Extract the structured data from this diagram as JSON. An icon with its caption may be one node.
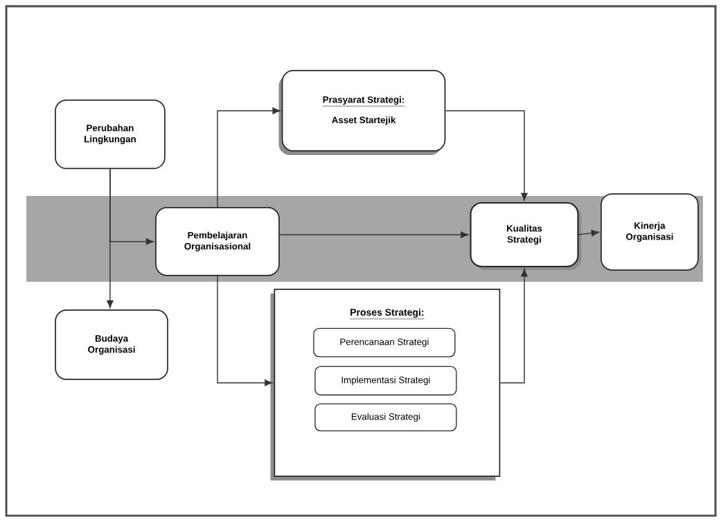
{
  "diagram": {
    "nodes": [
      {
        "text": [
          "Perubahan Lingkungan"
        ]
      },
      {
        "text": [
          "Prasyarat Strategi:",
          "Asset Startejik"
        ]
      },
      {
        "text": [
          "Pembelajaran Organisasional"
        ]
      },
      {
        "text": [
          "Kualitas Strategi"
        ]
      },
      {
        "text": [
          "Kinerja Organisasi"
        ]
      },
      {
        "text": [
          "Budaya Organisasi"
        ]
      },
      {
        "text": [
          "Proses Strategi:"
        ]
      },
      {
        "text": [
          "Perencanaan Strategi"
        ],
        "in": 6
      },
      {
        "text": [
          "Implementasi Strategi"
        ],
        "in": 6
      },
      {
        "text": [
          "Evaluasi Strategi"
        ],
        "in": 6
      }
    ],
    "edges": [
      {
        "from": 0,
        "to": 5,
        "arrow": "to"
      },
      {
        "from": 0,
        "to": 2,
        "arrow": "to"
      },
      {
        "from": 2,
        "to": 1,
        "arrow": "to"
      },
      {
        "from": 1,
        "to": 3,
        "arrow": "to"
      },
      {
        "from": 2,
        "to": 3,
        "arrow": "to"
      },
      {
        "from": 3,
        "to": 4,
        "arrow": "to"
      },
      {
        "from": 2,
        "to": 6,
        "arrow": "to"
      },
      {
        "from": 6,
        "to": 3,
        "arrow": "to"
      }
    ]
  }
}
